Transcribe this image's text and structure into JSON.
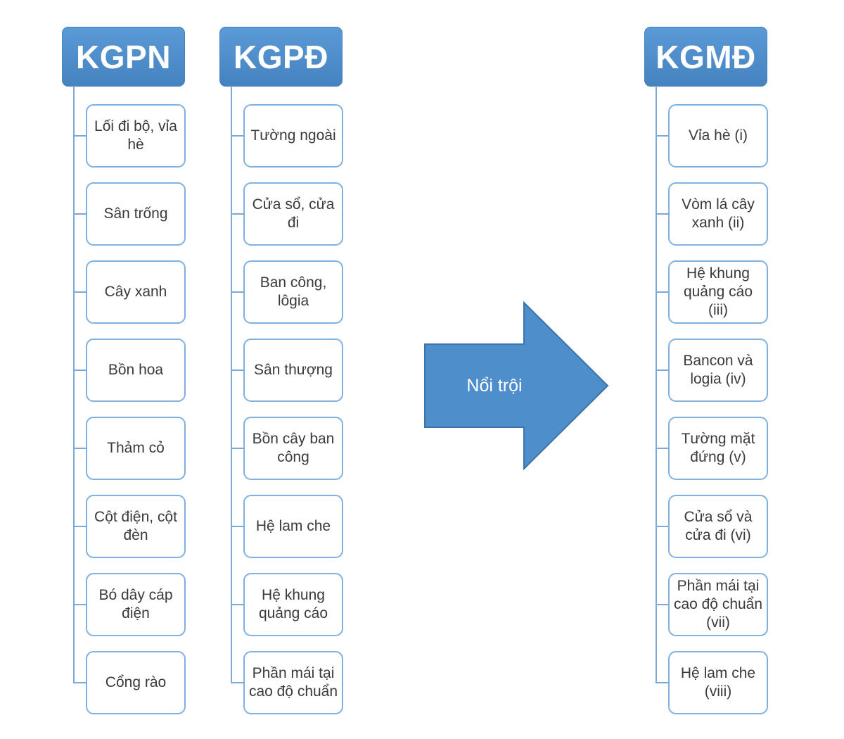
{
  "diagram": {
    "columns": [
      {
        "id": "kgpn",
        "title": "KGPN",
        "items": [
          "Lối đi bộ, vỉa hè",
          "Sân trống",
          "Cây xanh",
          "Bồn hoa",
          "Thảm cỏ",
          "Cột điện, cột đèn",
          "Bó dây cáp điện",
          "Cổng rào"
        ]
      },
      {
        "id": "kgpd",
        "title": "KGPĐ",
        "items": [
          "Tường ngoài",
          "Cửa sổ, cửa đi",
          "Ban công, lôgia",
          "Sân thượng",
          "Bồn cây ban công",
          "Hệ lam che",
          "Hệ khung quảng cáo",
          "Phần mái tại cao độ chuẩn"
        ]
      },
      {
        "id": "kgmd",
        "title": "KGMĐ",
        "items": [
          "Vỉa hè (i)",
          "Vòm lá cây xanh (ii)",
          "Hệ khung quảng cáo (iii)",
          "Bancon và logia (iv)",
          "Tường mặt đứng (v)",
          "Cửa sổ và cửa đi (vi)",
          "Phần mái tại cao độ chuẩn (vii)",
          "Hệ lam che (viii)"
        ]
      }
    ],
    "arrow": {
      "label": "Nổi trội"
    },
    "colors": {
      "accent": "#4e8ecb",
      "arrow_border": "#3c73a8",
      "box_border": "#7fb2e2",
      "connector": "#7da9d8",
      "text": "#3a3a3a"
    }
  }
}
